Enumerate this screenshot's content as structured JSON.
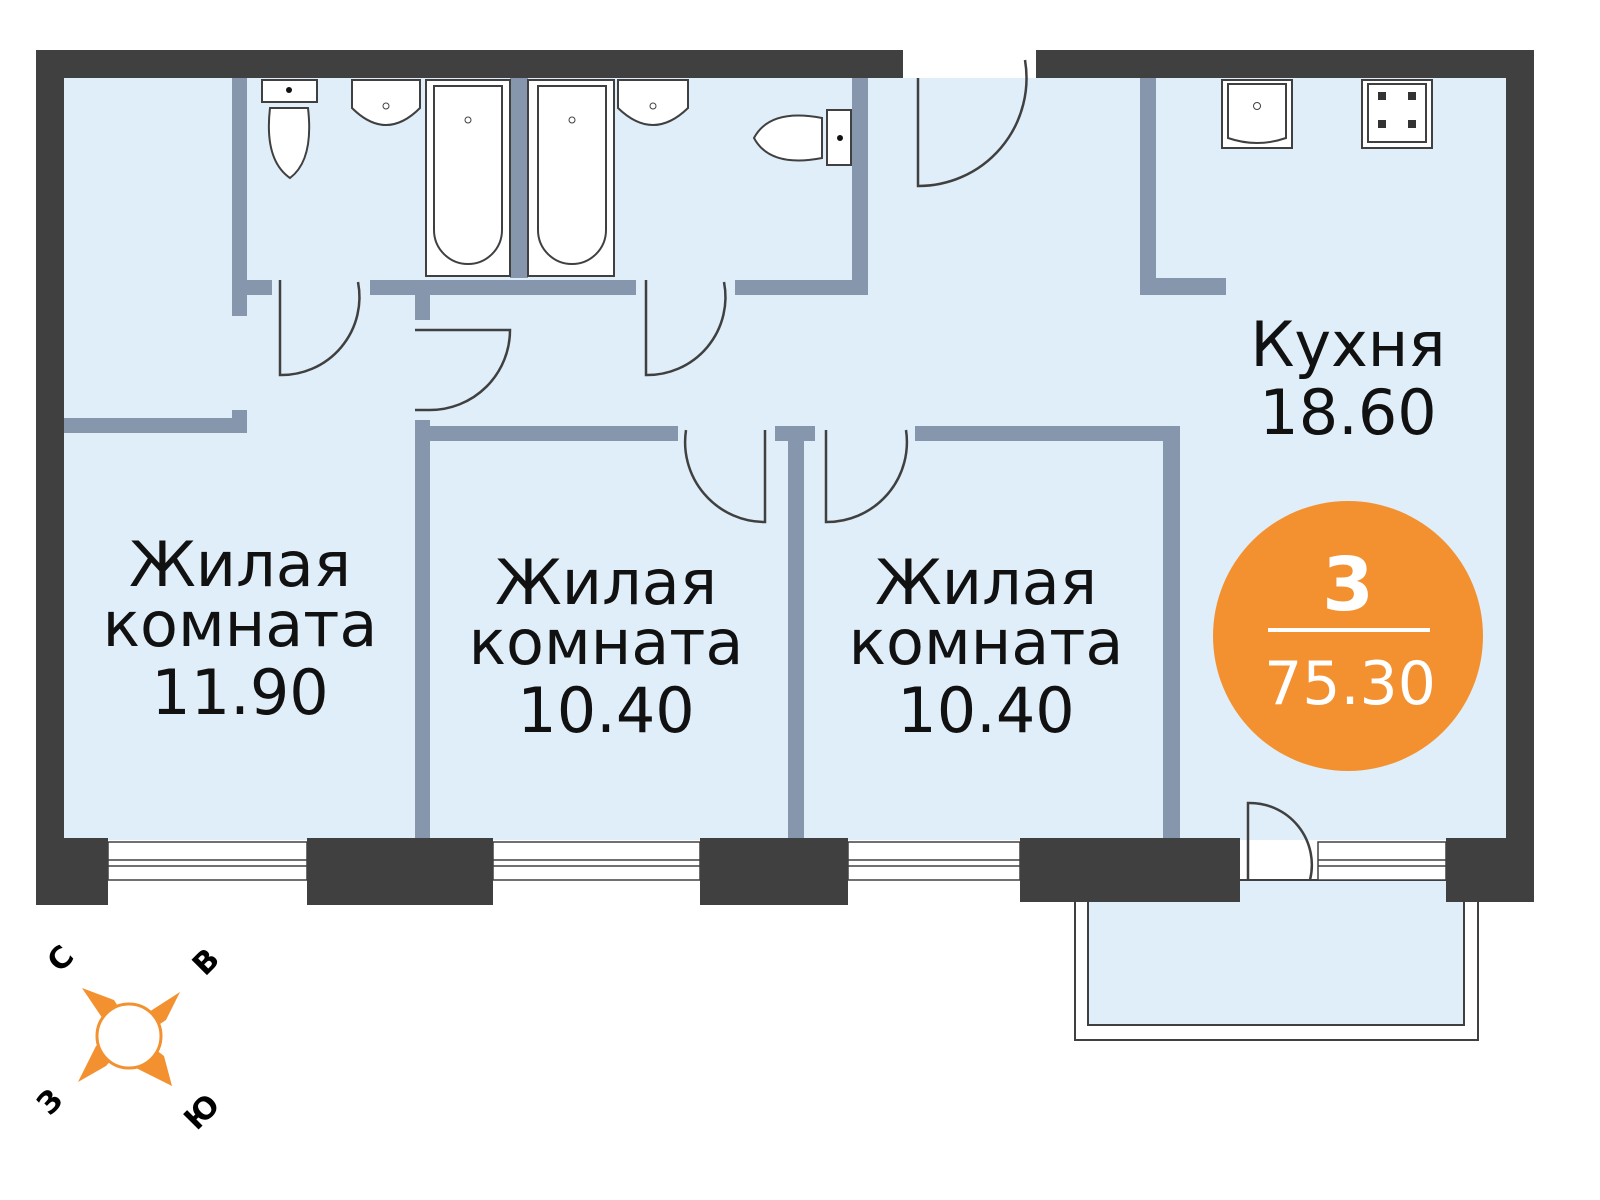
{
  "rooms": [
    {
      "name": "Жилая",
      "name2": "комната",
      "area": "11.90"
    },
    {
      "name": "Жилая",
      "name2": "комната",
      "area": "10.40"
    },
    {
      "name": "Жилая",
      "name2": "комната",
      "area": "10.40"
    },
    {
      "name": "Кухня",
      "area": "18.60"
    }
  ],
  "badge": {
    "rooms_count": "3",
    "total_area": "75.30"
  },
  "compass": {
    "north": "С",
    "east": "В",
    "south": "Ю",
    "west": "З"
  },
  "colors": {
    "floor": "#dfeef8",
    "outer_wall": "#404040",
    "inner_wall": "#8596ad",
    "accent": "#f39130"
  }
}
